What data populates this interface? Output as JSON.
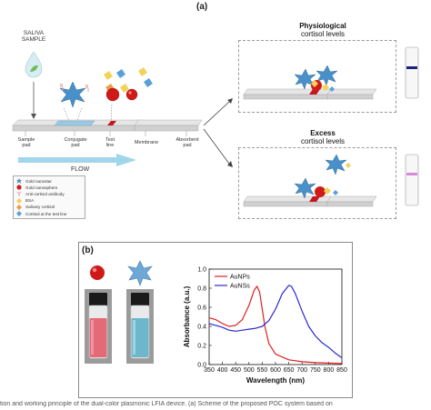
{
  "figure": {
    "panel_a_label": "(a)",
    "panel_b_label": "(b)",
    "saliva_sample_line1": "SALIVA",
    "saliva_sample_line2": "SAMPLE",
    "strip_labels": {
      "sample_pad_line1": "Sample",
      "sample_pad_line2": "pad",
      "conjugate_pad_line1": "Conjugate",
      "conjugate_pad_line2": "pad",
      "test_line_line1": "Test",
      "test_line_line2": "line",
      "membrane": "Membrane",
      "absorbent_pad_line1": "Absorbent",
      "absorbent_pad_line2": "pad"
    },
    "flow_label": "FLOW",
    "physiological_title": "Physiological",
    "physiological_subtitle": "cortisol levels",
    "excess_title": "Excess",
    "excess_subtitle": "cortisol levels",
    "legend": [
      {
        "label": "Gold nanostar",
        "icon": "star-icon",
        "color": "#4a90c8"
      },
      {
        "label": "Gold nanosphere",
        "icon": "sphere-icon",
        "color": "#d01a1a"
      },
      {
        "label": "Anti-cortisol antibody",
        "icon": "antibody-icon",
        "color": "#e0a0a0"
      },
      {
        "label": "BSA",
        "icon": "bsa-icon",
        "color": "#f2d25a"
      },
      {
        "label": "Salivary cortisol",
        "icon": "cortisol-icon",
        "color": "#e8a040"
      },
      {
        "label": "Cortisol at the test line",
        "icon": "test-line-cortisol-icon",
        "color": "#5aa0d8"
      }
    ],
    "colors": {
      "star": "#4a90c8",
      "sphere": "#d01a1a",
      "test_line": "#c4161c",
      "physio_band": "#1a237e",
      "excess_band": "#d88ad8",
      "flow_arrow": "#8ecfe8"
    },
    "caption": "tion and working principle of the dual-color plasmonic LFIA device. (a) Scheme of the proposed POC system based on"
  },
  "chart_data": {
    "type": "line",
    "title": "",
    "xlabel": "Wavelength (nm)",
    "ylabel": "Absorbance (a.u.)",
    "xlim": [
      350,
      850
    ],
    "ylim": [
      0.0,
      1.0
    ],
    "xticks": [
      350,
      400,
      450,
      500,
      550,
      600,
      650,
      700,
      750,
      800,
      850
    ],
    "yticks": [
      0.0,
      0.2,
      0.4,
      0.6,
      0.8,
      1.0
    ],
    "grid": false,
    "legend_position": "top-right",
    "series": [
      {
        "name": "AuNPs",
        "color": "#e02020",
        "x": [
          350,
          375,
          400,
          425,
          450,
          475,
          500,
          510,
          520,
          530,
          540,
          550,
          560,
          575,
          600,
          650,
          700,
          750,
          800,
          850
        ],
        "y": [
          0.49,
          0.47,
          0.43,
          0.4,
          0.41,
          0.47,
          0.62,
          0.7,
          0.78,
          0.82,
          0.76,
          0.58,
          0.4,
          0.22,
          0.11,
          0.05,
          0.03,
          0.02,
          0.015,
          0.01
        ]
      },
      {
        "name": "AuNSs",
        "color": "#2a2ad0",
        "x": [
          350,
          375,
          400,
          425,
          450,
          475,
          500,
          525,
          550,
          575,
          600,
          625,
          650,
          660,
          675,
          700,
          725,
          750,
          775,
          800,
          825,
          850
        ],
        "y": [
          0.43,
          0.41,
          0.39,
          0.36,
          0.35,
          0.36,
          0.37,
          0.38,
          0.4,
          0.46,
          0.58,
          0.74,
          0.83,
          0.82,
          0.74,
          0.56,
          0.4,
          0.3,
          0.23,
          0.18,
          0.12,
          0.07
        ]
      }
    ]
  }
}
